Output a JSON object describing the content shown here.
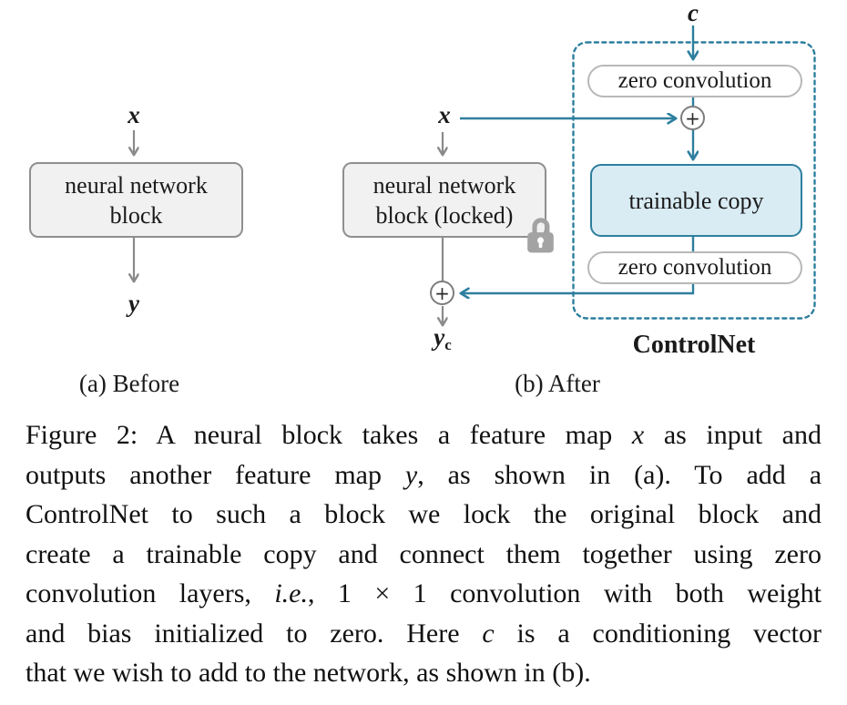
{
  "colors": {
    "accent_teal": "#2e7f9e",
    "trainable_fill": "#d9ecf4",
    "block_fill": "#f1f1f1",
    "gray_line": "#8a8a8a",
    "pill_border": "#b8b8b8",
    "lock_gray": "#a3a3a3"
  },
  "panel_a": {
    "input_label": "x",
    "block_line1": "neural network",
    "block_line2": "block",
    "output_label": "y",
    "caption": "(a) Before"
  },
  "panel_b": {
    "input_label": "x",
    "condition_label": "c",
    "block_line1": "neural network",
    "block_line2": "block (locked)",
    "zero_conv_top": "zero convolution",
    "trainable_copy": "trainable copy",
    "zero_conv_bottom": "zero convolution",
    "sum_top": "+",
    "sum_bottom": "+",
    "output_label_main": "y",
    "output_label_sub": "c",
    "controlnet_label": "ControlNet",
    "caption": "(b) After"
  },
  "caption": {
    "lines": [
      {
        "segments": [
          {
            "text": "Figure 2: A neural block takes a feature map ",
            "italic": false
          },
          {
            "text": "x",
            "italic": true
          },
          {
            "text": " as input and",
            "italic": false
          }
        ]
      },
      {
        "segments": [
          {
            "text": "outputs another feature map ",
            "italic": false
          },
          {
            "text": "y",
            "italic": true
          },
          {
            "text": ", as shown in (a). To add a",
            "italic": false
          }
        ]
      },
      {
        "segments": [
          {
            "text": "ControlNet to such a block we lock the original block and",
            "italic": false
          }
        ]
      },
      {
        "segments": [
          {
            "text": "create a trainable copy and connect them together using zero",
            "italic": false
          }
        ]
      },
      {
        "segments": [
          {
            "text": "convolution layers, ",
            "italic": false
          },
          {
            "text": "i.e.",
            "italic": true
          },
          {
            "text": ", 1 × 1 convolution with both weight",
            "italic": false
          }
        ]
      },
      {
        "segments": [
          {
            "text": "and bias initialized to zero. Here ",
            "italic": false
          },
          {
            "text": "c",
            "italic": true
          },
          {
            "text": " is a conditioning vector",
            "italic": false
          }
        ]
      },
      {
        "segments": [
          {
            "text": "that we wish to add to the network, as shown in (b).",
            "italic": false
          }
        ]
      }
    ]
  }
}
